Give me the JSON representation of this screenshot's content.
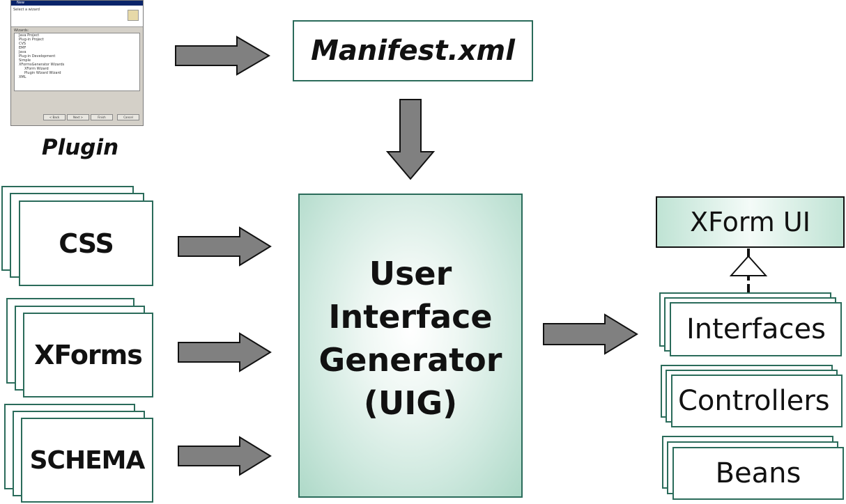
{
  "plugin": {
    "caption": "Plugin",
    "wizard": {
      "title": "New",
      "heading": "Select a wizard",
      "wizards_label": "Wizards:",
      "items": [
        "Java Project",
        "Plug-in Project",
        "CVS",
        "EMF",
        "Java",
        "Plug-in Development",
        "Simple",
        "XFormsGenerator Wizards",
        "XForm Wizard",
        "Plugin Wizard Wizard",
        "XML"
      ],
      "buttons": [
        "< Back",
        "Next >",
        "Finish",
        "Cancel"
      ]
    }
  },
  "manifest": {
    "label": "Manifest.xml"
  },
  "inputs": [
    {
      "label": "CSS"
    },
    {
      "label": "XForms"
    },
    {
      "label": "SCHEMA"
    }
  ],
  "uig": {
    "line1": "User",
    "line2": "Interface",
    "line3": "Generator",
    "line4": "(UIG)"
  },
  "output": {
    "xform_ui": "XForm UI",
    "interfaces": "Interfaces",
    "controllers": "Controllers",
    "beans": "Beans"
  },
  "colors": {
    "border": "#2a6b5a",
    "arrow_fill": "#808080",
    "arrow_stroke": "#111111",
    "uig_fill": "#aed9c8"
  }
}
